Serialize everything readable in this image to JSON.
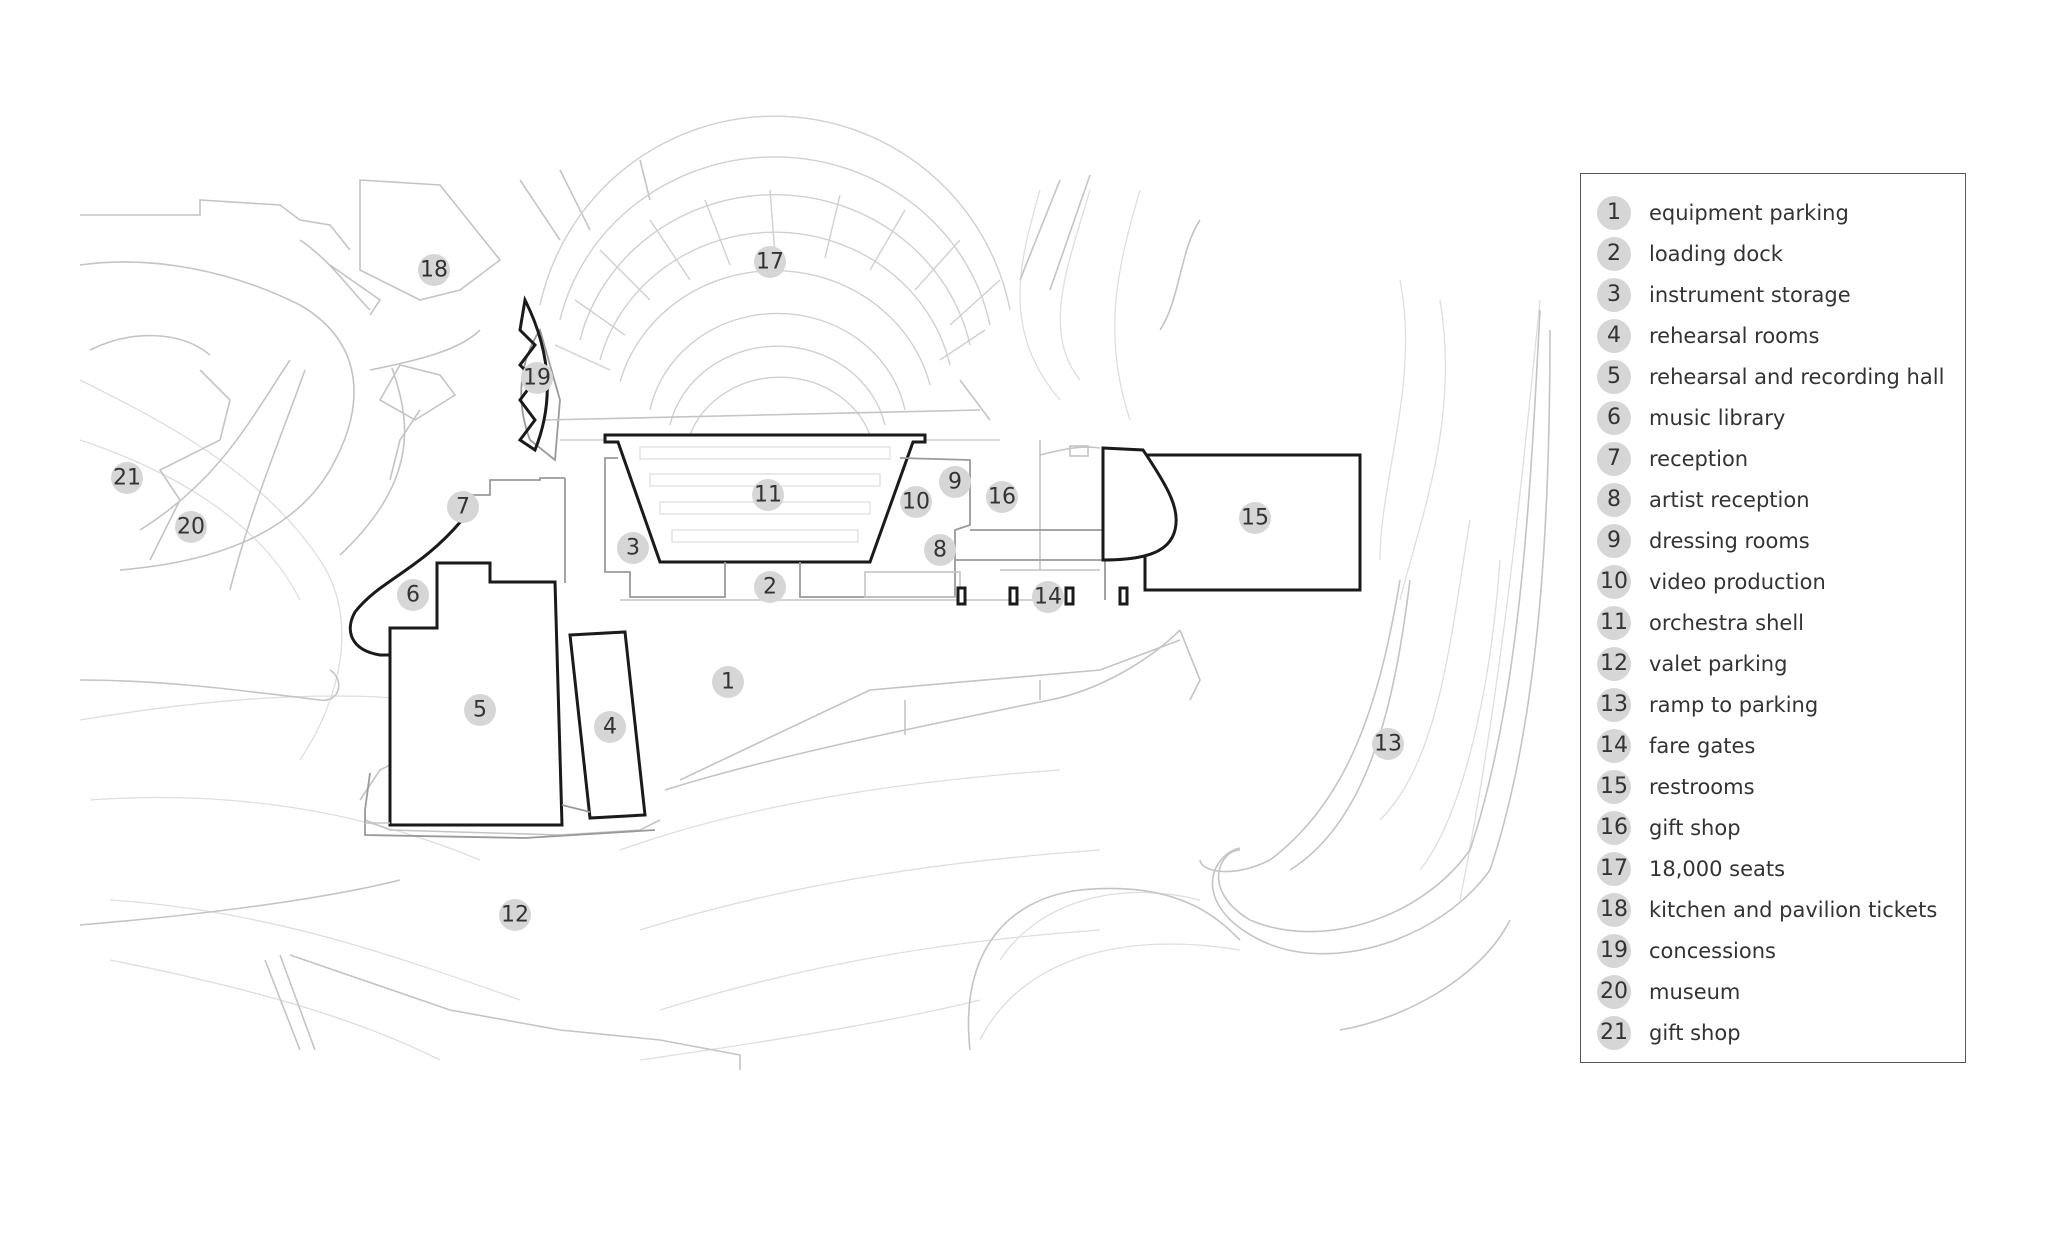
{
  "legend": [
    {
      "num": "1",
      "label": "equipment parking"
    },
    {
      "num": "2",
      "label": "loading dock"
    },
    {
      "num": "3",
      "label": "instrument storage"
    },
    {
      "num": "4",
      "label": "rehearsal rooms"
    },
    {
      "num": "5",
      "label": "rehearsal and recording hall"
    },
    {
      "num": "6",
      "label": "music library"
    },
    {
      "num": "7",
      "label": "reception"
    },
    {
      "num": "8",
      "label": "artist reception"
    },
    {
      "num": "9",
      "label": "dressing rooms"
    },
    {
      "num": "10",
      "label": "video production"
    },
    {
      "num": "11",
      "label": "orchestra shell"
    },
    {
      "num": "12",
      "label": "valet parking"
    },
    {
      "num": "13",
      "label": "ramp to parking"
    },
    {
      "num": "14",
      "label": "fare gates"
    },
    {
      "num": "15",
      "label": "restrooms"
    },
    {
      "num": "16",
      "label": "gift shop"
    },
    {
      "num": "17",
      "label": "18,000 seats"
    },
    {
      "num": "18",
      "label": "kitchen and pavilion tickets"
    },
    {
      "num": "19",
      "label": "concessions"
    },
    {
      "num": "20",
      "label": "museum"
    },
    {
      "num": "21",
      "label": "gift shop"
    }
  ],
  "markers": [
    "1",
    "2",
    "3",
    "4",
    "5",
    "6",
    "7",
    "8",
    "9",
    "10",
    "11",
    "12",
    "13",
    "14",
    "15",
    "16",
    "17",
    "18",
    "19",
    "20",
    "21"
  ],
  "colors": {
    "marker_fill": "#d6d6d6",
    "outline": "#1a1a1a",
    "site_lines": "#c4c4c4"
  }
}
